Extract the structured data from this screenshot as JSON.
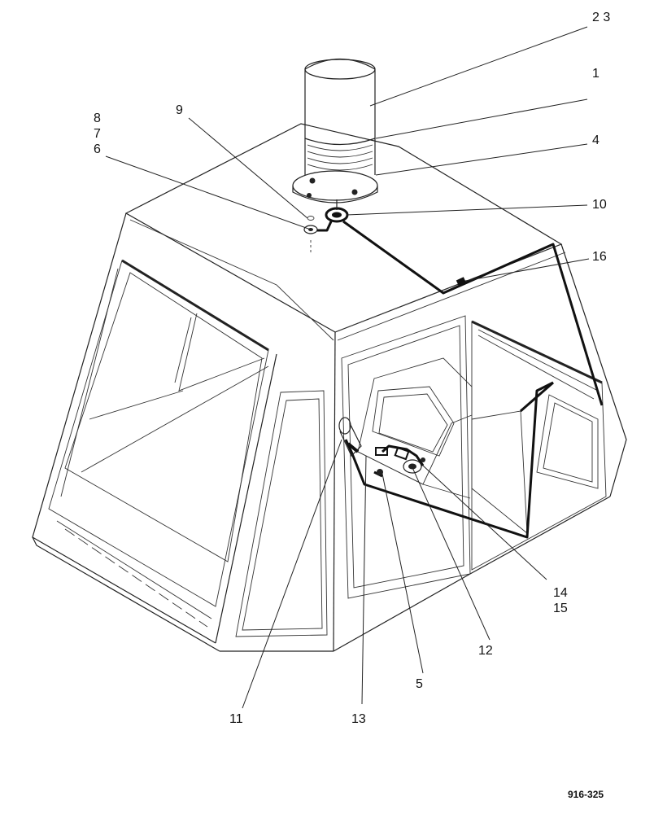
{
  "figure_number": "916-325",
  "callouts": {
    "c23": "2 3",
    "c1": "1",
    "c4": "4",
    "c10": "10",
    "c16": "16",
    "c8": "8",
    "c7": "7",
    "c6": "6",
    "c9": "9",
    "c14": "14",
    "c15": "15",
    "c12": "12",
    "c5": "5",
    "c13": "13",
    "c11": "11"
  }
}
